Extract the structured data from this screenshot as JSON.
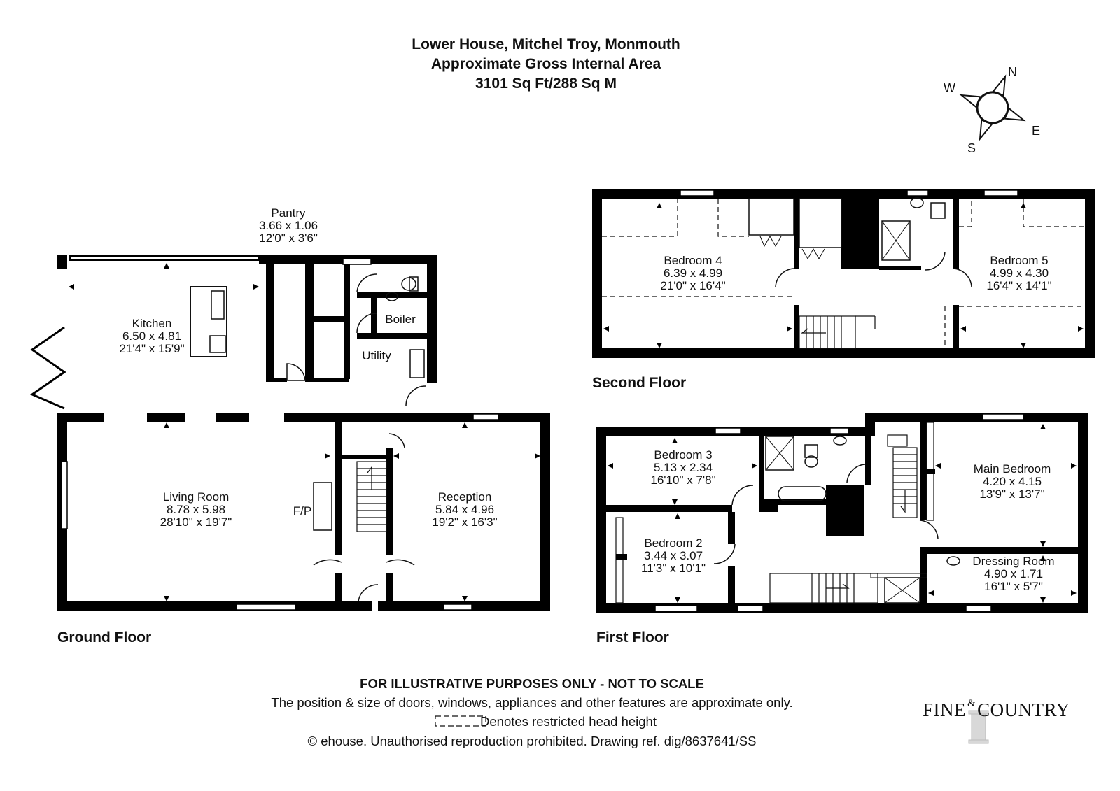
{
  "header": {
    "title": "Lower House, Mitchel Troy, Monmouth",
    "subtitle": "Approximate Gross Internal Area",
    "area": "3101 Sq Ft/288 Sq M"
  },
  "compass": {
    "n": "N",
    "e": "E",
    "s": "S",
    "w": "W"
  },
  "floors": {
    "ground": "Ground Floor",
    "first": "First Floor",
    "second": "Second Floor"
  },
  "rooms": {
    "pantry": {
      "name": "Pantry",
      "metric": "3.66 x 1.06",
      "imperial": "12'0\" x 3'6\""
    },
    "kitchen": {
      "name": "Kitchen",
      "metric": "6.50 x 4.81",
      "imperial": "21'4\" x 15'9\""
    },
    "boiler": {
      "name": "Boiler"
    },
    "utility": {
      "name": "Utility"
    },
    "living": {
      "name": "Living Room",
      "metric": "8.78 x 5.98",
      "imperial": "28'10\" x 19'7\""
    },
    "fp": {
      "name": "F/P"
    },
    "reception": {
      "name": "Reception",
      "metric": "5.84 x 4.96",
      "imperial": "19'2\" x 16'3\""
    },
    "bed4": {
      "name": "Bedroom 4",
      "metric": "6.39 x 4.99",
      "imperial": "21'0\" x 16'4\""
    },
    "bed5": {
      "name": "Bedroom 5",
      "metric": "4.99 x 4.30",
      "imperial": "16'4\" x 14'1\""
    },
    "bed3": {
      "name": "Bedroom 3",
      "metric": "5.13 x 2.34",
      "imperial": "16'10\" x 7'8\""
    },
    "bed2": {
      "name": "Bedroom 2",
      "metric": "3.44 x 3.07",
      "imperial": "11'3\" x 10'1\""
    },
    "main": {
      "name": "Main Bedroom",
      "metric": "4.20 x 4.15",
      "imperial": "13'9\" x 13'7\""
    },
    "dressing": {
      "name": "Dressing Room",
      "metric": "4.90 x 1.71",
      "imperial": "16'1\" x 5'7\""
    }
  },
  "footer": {
    "disclaimer": "FOR ILLUSTRATIVE PURPOSES ONLY - NOT TO SCALE",
    "position_note": "The position & size of doors, windows, appliances and other features are approximate only.",
    "legend": "Denotes restricted head height",
    "copyright": "© ehouse. Unauthorised reproduction prohibited. Drawing ref. dig/8637641/SS"
  },
  "logo": {
    "fine": "FINE",
    "amp": "&",
    "country": "COUNTRY"
  },
  "colors": {
    "wall": "#000000",
    "line": "#111111",
    "background": "#ffffff"
  }
}
